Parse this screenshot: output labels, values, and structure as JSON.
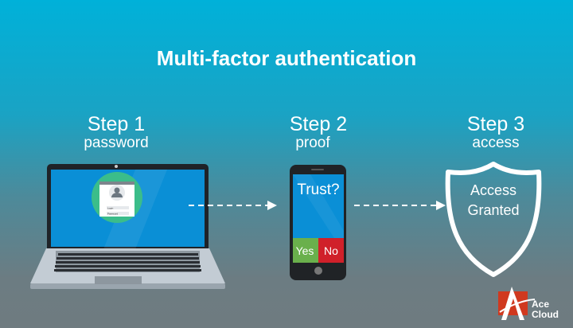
{
  "title": "Multi-factor authentication",
  "steps": [
    {
      "number": "Step 1",
      "label": "password"
    },
    {
      "number": "Step 2",
      "label": "proof"
    },
    {
      "number": "Step 3",
      "label": "access"
    }
  ],
  "laptop": {
    "login_field": "Login",
    "password_field": "Password"
  },
  "phone": {
    "question": "Trust?",
    "yes": "Yes",
    "no": "No"
  },
  "shield": {
    "line1": "Access",
    "line2": "Granted"
  },
  "logo": {
    "line1": "Ace",
    "line2": "Cloud"
  },
  "colors": {
    "yes": "#6ab04c",
    "no": "#d0202a",
    "screen": "#0a8fd6",
    "badge": "#3bbd8a",
    "logo": "#d0391f"
  }
}
